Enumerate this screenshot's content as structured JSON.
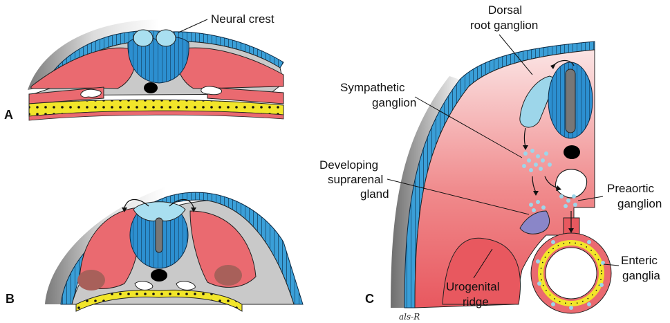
{
  "panels": {
    "a": "A",
    "b": "B",
    "c": "C"
  },
  "labels": {
    "neural_crest": "Neural crest",
    "dorsal_root_ganglion": [
      "Dorsal",
      "root ganglion"
    ],
    "sympathetic_ganglion": [
      "Sympathetic",
      "ganglion"
    ],
    "developing_suprarenal_gland": [
      "Developing",
      "suprarenal",
      "gland"
    ],
    "preaortic_ganglion": [
      "Preaortic",
      "ganglion"
    ],
    "enteric_ganglia": [
      "Enteric",
      "ganglia"
    ],
    "urogenital_ridge": [
      "Urogenital",
      "ridge"
    ]
  },
  "signature": "als-R",
  "colors": {
    "ectoderm": "#3a9fd8",
    "neural_tube": "#2c8fd0",
    "neural_crest": "#a9dff0",
    "mesoderm": "#ea6a70",
    "mesenchyme": "#c9c9c9",
    "endoderm": "#f2e62a",
    "suprarenal": "#8a86c8",
    "dorsal_root": "#9dd6ea",
    "nephric": "#a8605a"
  }
}
